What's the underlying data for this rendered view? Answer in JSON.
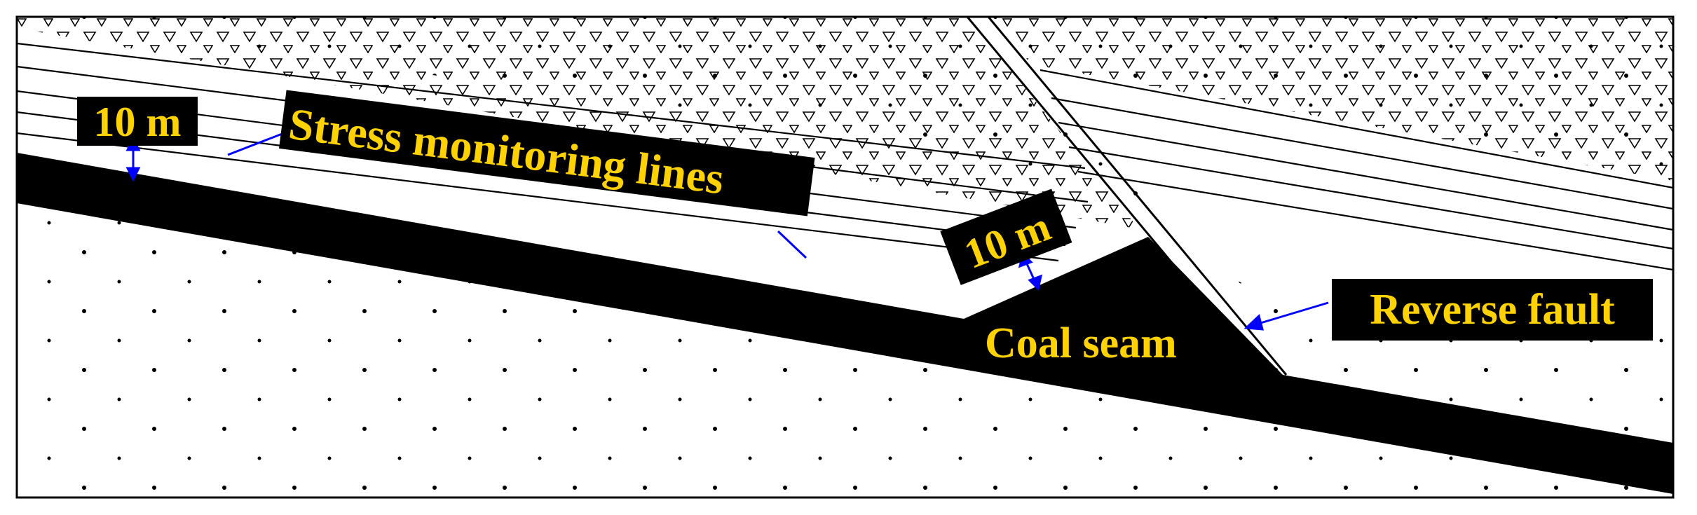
{
  "labels": {
    "stress_lines": "Stress monitoring lines",
    "dist_left": "10 m",
    "dist_right": "10 m",
    "coal_seam": "Coal seam",
    "reverse_fault": "Reverse fault"
  },
  "colors": {
    "label_bg": "#000000",
    "label_text": "#ffd200",
    "arrow": "#0000ff",
    "seam": "#000000",
    "line": "#000000",
    "background": "#ffffff"
  }
}
